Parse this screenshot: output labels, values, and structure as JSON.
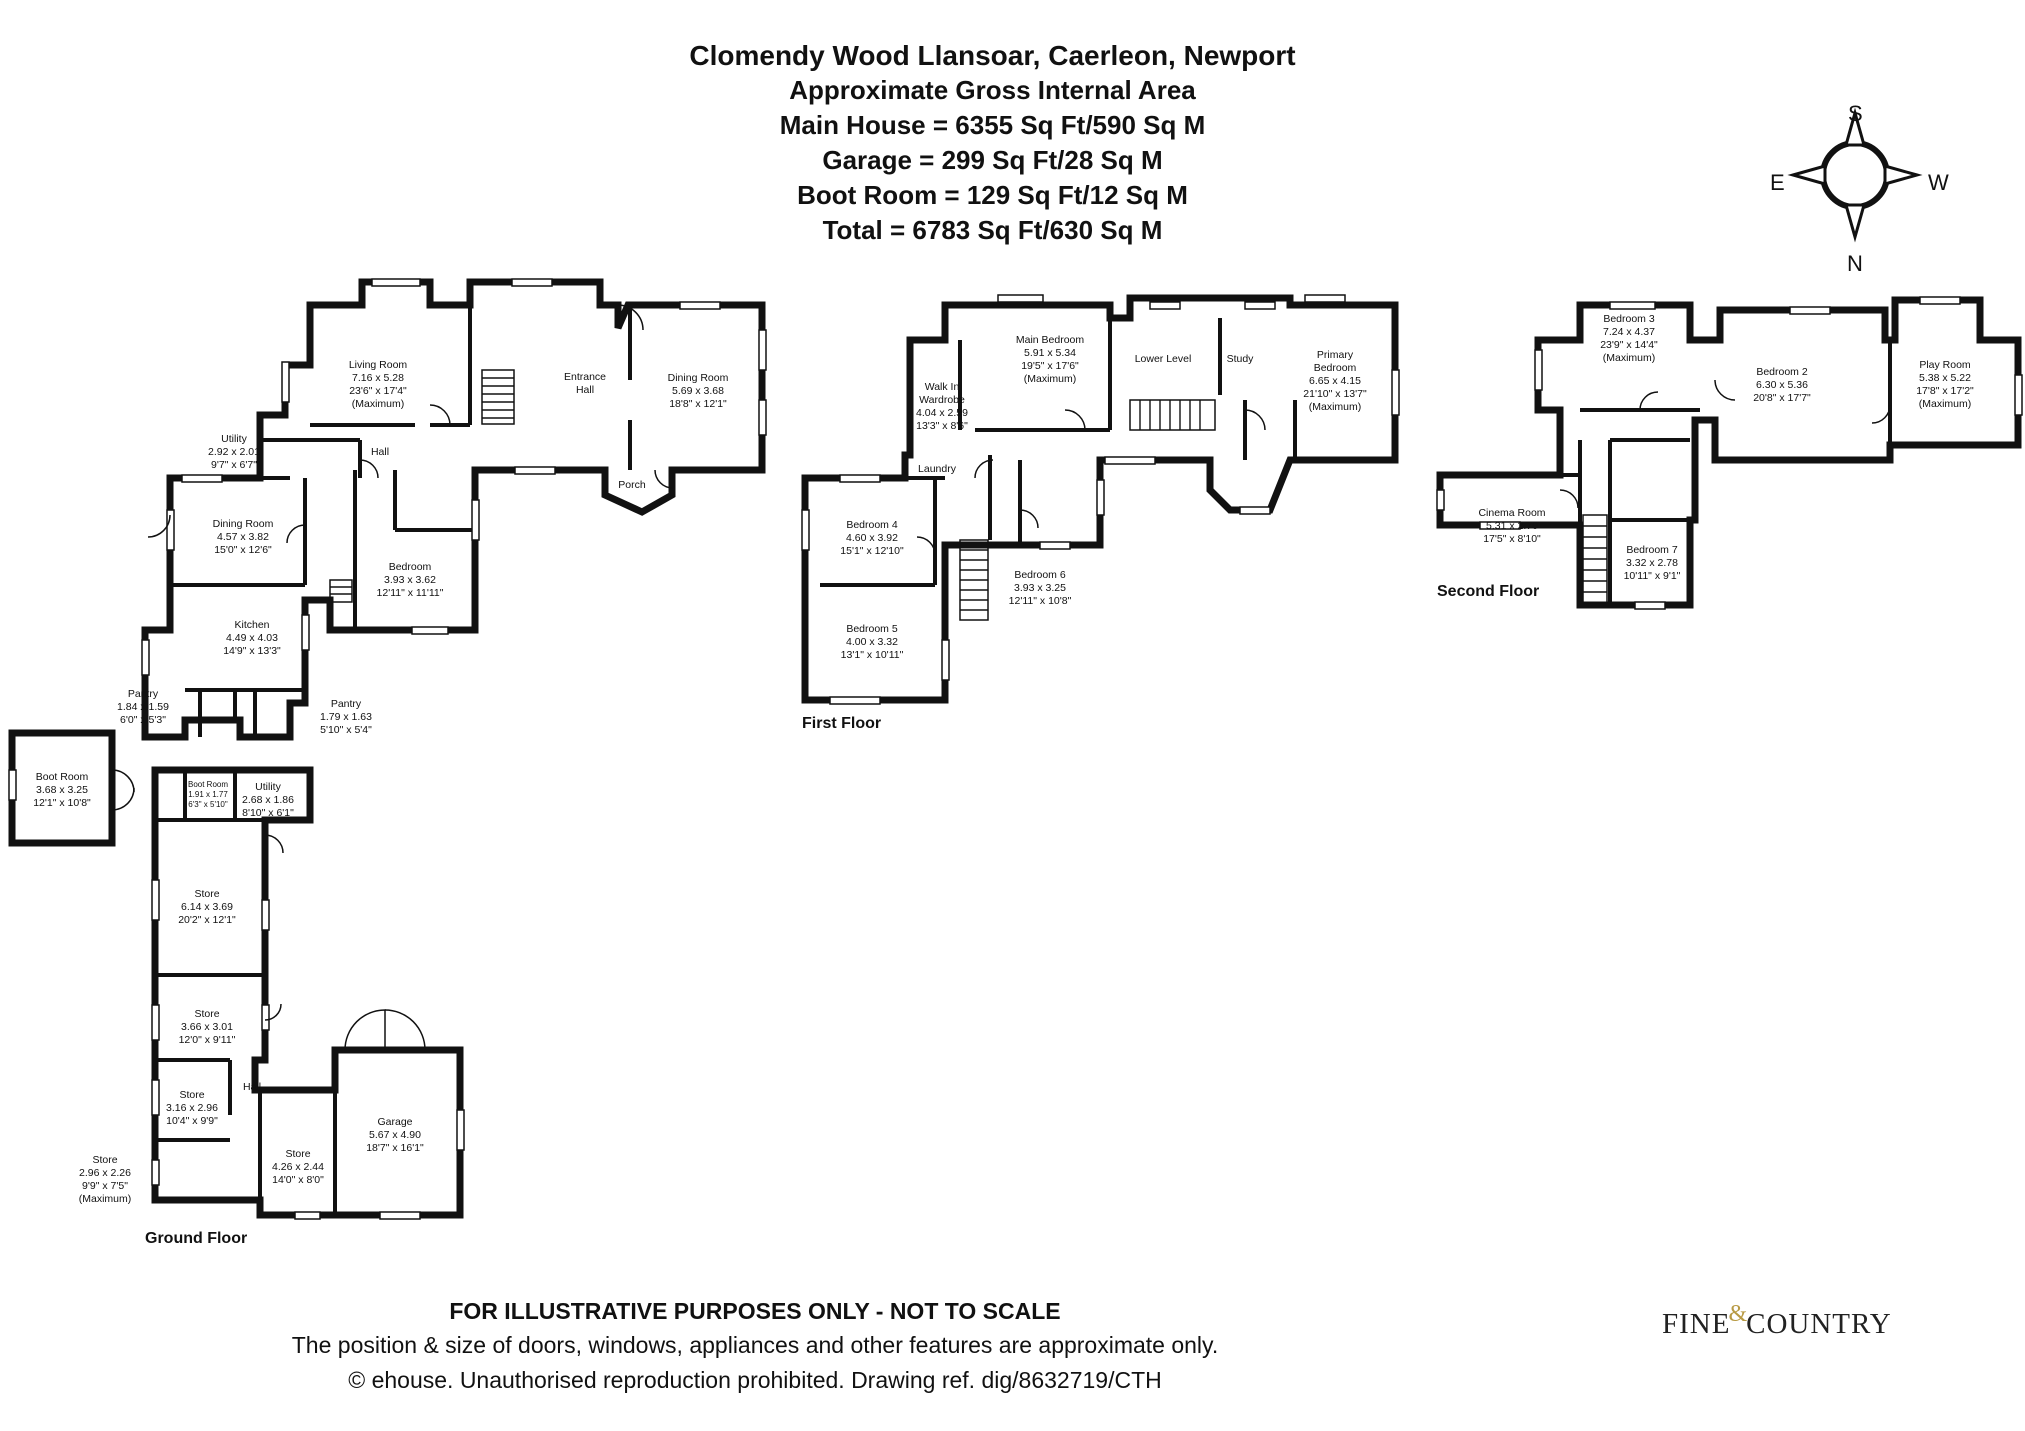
{
  "header": {
    "title": "Clomendy Wood Llansoar, Caerleon, Newport",
    "subtitle": "Approximate Gross Internal Area",
    "areas": [
      "Main House = 6355 Sq Ft/590 Sq M",
      "Garage = 299 Sq Ft/28 Sq M",
      "Boot Room = 129 Sq Ft/12 Sq M",
      "Total = 6783 Sq Ft/630 Sq M"
    ]
  },
  "compass": {
    "top": "S",
    "bottom": "N",
    "left": "E",
    "right": "W"
  },
  "floors": {
    "ground": "Ground Floor",
    "first": "First Floor",
    "second": "Second Floor"
  },
  "rooms": {
    "living_room": [
      "Living Room",
      "7.16 x 5.28",
      "23'6\" x 17'4\"",
      "(Maximum)"
    ],
    "entrance_hall": [
      "Entrance",
      "Hall"
    ],
    "dining_room_front": [
      "Dining Room",
      "5.69 x 3.68",
      "18'8\" x 12'1\""
    ],
    "porch": [
      "Porch"
    ],
    "utility_gf": [
      "Utility",
      "2.92 x 2.01",
      "9'7\" x 6'7\""
    ],
    "hall_gf": [
      "Hall"
    ],
    "dining_room_rear": [
      "Dining Room",
      "4.57 x 3.82",
      "15'0\" x 12'6\""
    ],
    "bedroom_gf": [
      "Bedroom",
      "3.93 x 3.62",
      "12'11\" x 11'11\""
    ],
    "kitchen": [
      "Kitchen",
      "4.49 x 4.03",
      "14'9\" x 13'3\""
    ],
    "pantry_left": [
      "Pantry",
      "1.84 x 1.59",
      "6'0\" x 5'3\""
    ],
    "pantry_right": [
      "Pantry",
      "1.79 x 1.63",
      "5'10\" x 5'4\""
    ],
    "boot_room": [
      "Boot Room",
      "3.68 x 3.25",
      "12'1\" x 10'8\""
    ],
    "boot_room_small": [
      "Boot Room",
      "1.91 x 1.77",
      "6'3\" x 5'10\""
    ],
    "utility_outbuilding": [
      "Utility",
      "2.68 x 1.86",
      "8'10\" x 6'1\""
    ],
    "store_1": [
      "Store",
      "6.14 x 3.69",
      "20'2\" x 12'1\""
    ],
    "store_2": [
      "Store",
      "3.66 x 3.01",
      "12'0\" x 9'11\""
    ],
    "store_3": [
      "Store",
      "3.16 x 2.96",
      "10'4\" x 9'9\""
    ],
    "hall_outbuilding": [
      "Hall"
    ],
    "store_4": [
      "Store",
      "2.96 x 2.26",
      "9'9\" x 7'5\"",
      "(Maximum)"
    ],
    "store_5": [
      "Store",
      "4.26 x 2.44",
      "14'0\" x 8'0\""
    ],
    "garage": [
      "Garage",
      "5.67 x 4.90",
      "18'7\" x 16'1\""
    ],
    "walk_in_wardrobe": [
      "Walk In",
      "Wardrobe",
      "4.04 x 2.59",
      "13'3\" x 8'6\""
    ],
    "main_bedroom": [
      "Main Bedroom",
      "5.91 x 5.34",
      "19'5\" x 17'6\"",
      "(Maximum)"
    ],
    "lower_level": [
      "Lower Level"
    ],
    "study": [
      "Study"
    ],
    "primary_bedroom": [
      "Primary",
      "Bedroom",
      "6.65 x 4.15",
      "21'10\" x 13'7\"",
      "(Maximum)"
    ],
    "laundry": [
      "Laundry"
    ],
    "bedroom_4": [
      "Bedroom 4",
      "4.60 x 3.92",
      "15'1\" x 12'10\""
    ],
    "bedroom_5": [
      "Bedroom 5",
      "4.00 x 3.32",
      "13'1\" x 10'11\""
    ],
    "bedroom_6": [
      "Bedroom 6",
      "3.93 x 3.25",
      "12'11\" x 10'8\""
    ],
    "bedroom_3": [
      "Bedroom 3",
      "7.24 x 4.37",
      "23'9\" x 14'4\"",
      "(Maximum)"
    ],
    "bedroom_2": [
      "Bedroom 2",
      "6.30 x 5.36",
      "20'8\" x 17'7\""
    ],
    "play_room": [
      "Play Room",
      "5.38 x 5.22",
      "17'8\" x 17'2\"",
      "(Maximum)"
    ],
    "cinema_room": [
      "Cinema Room",
      "5.31 x 2.70",
      "17'5\" x 8'10\""
    ],
    "bedroom_7": [
      "Bedroom 7",
      "3.32 x 2.78",
      "10'11\" x 9'1\""
    ]
  },
  "footer": {
    "disclaimer": "FOR ILLUSTRATIVE PURPOSES ONLY - NOT TO SCALE",
    "note": "The position & size of doors, windows, appliances and other features are approximate only.",
    "copyright": "© ehouse. Unauthorised reproduction prohibited. Drawing ref. dig/8632719/CTH"
  },
  "logo": {
    "left": "FINE",
    "amp": "&",
    "right": "COUNTRY"
  }
}
